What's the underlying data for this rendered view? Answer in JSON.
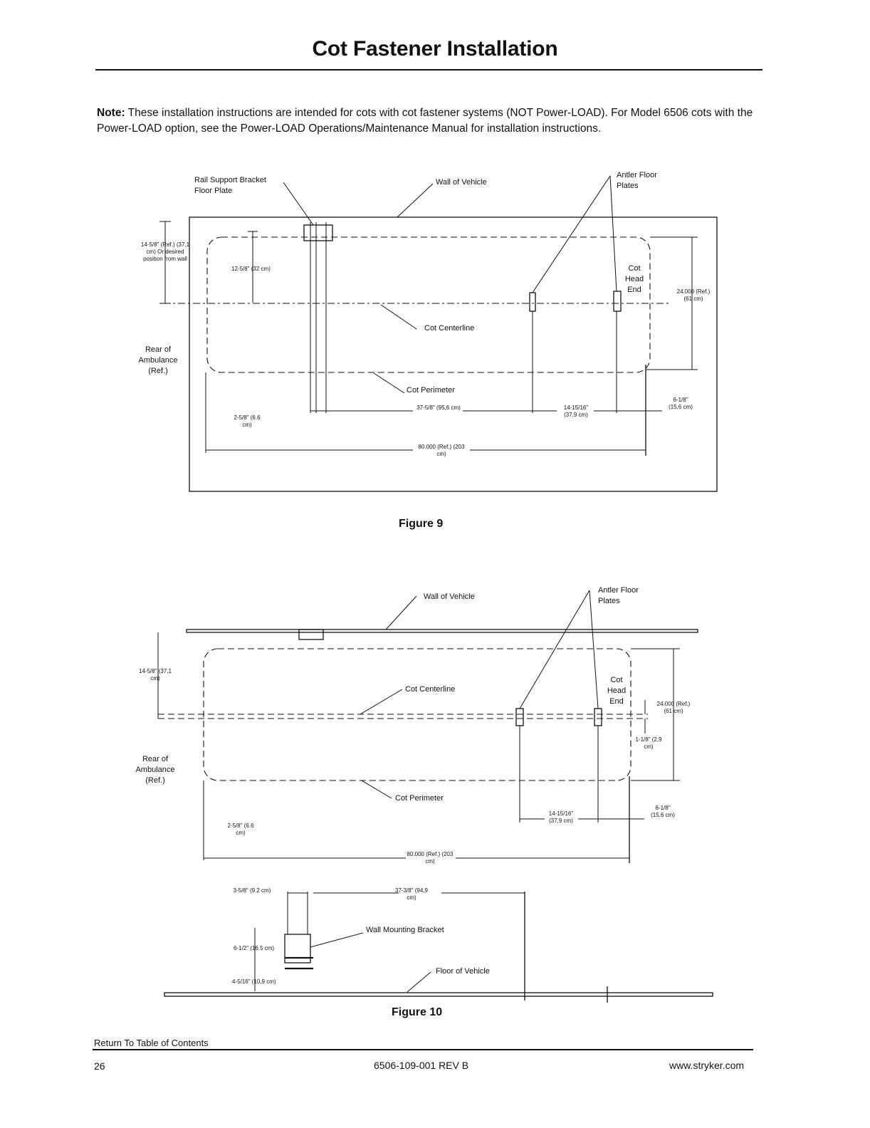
{
  "page": {
    "title": "Cot Fastener Installation",
    "note_label": "Note:",
    "note_text": "These installation instructions are intended for cots with cot fastener systems (NOT Power-LOAD).  For Model 6506 cots with the Power-LOAD option, see the Power-LOAD Operations/Maintenance Manual for installation instructions."
  },
  "figure9": {
    "caption": "Figure 9",
    "labels": {
      "rail_support": "Rail Support Bracket Floor Plate",
      "wall": "Wall of Vehicle",
      "antler": "Antler Floor Plates",
      "dim_left": "14-5/8\" (Ref.) (37,1 cm) Or desired position from wall",
      "dim_12": "12-5/8\" (32 cm)",
      "cot_head": "Cot Head End",
      "dim_24": "24.000 (Ref.) (61 cm)",
      "centerline": "Cot Centerline",
      "rear": "Rear of Ambulance (Ref.)",
      "perimeter": "Cot Perimeter",
      "dim_2": "2-5/8\" (6.6 cm)",
      "dim_37": "37-5/8\" (95,6 cm)",
      "dim_14": "14-15/16\" (37,9 cm)",
      "dim_6": "6-1/8\" (15,6 cm)",
      "dim_80": "80.000 (Ref.) (203 cm)"
    }
  },
  "figure10": {
    "caption": "Figure 10",
    "labels": {
      "wall": "Wall of Vehicle",
      "antler": "Antler Floor Plates",
      "dim_left": "14-5/8\" (37,1 cm)",
      "centerline": "Cot Centerline",
      "cot_head": "Cot Head End",
      "dim_24": "24.000 (Ref.) (61 cm)",
      "dim_1": "1-1/8\" (2,9 cm)",
      "rear": "Rear of Ambulance (Ref.)",
      "perimeter": "Cot Perimeter",
      "dim_14": "14-15/16\" (37,9 cm)",
      "dim_6": "6-1/8\" (15,6 cm)",
      "dim_2": "2-5/8\" (6.6 cm)",
      "dim_80": "80.000 (Ref.) (203 cm)",
      "dim_3": "3-5/8\" (9.2 cm)",
      "dim_37": "37-3/8\" (94,9 cm)",
      "bracket": "Wall Mounting Bracket",
      "dim_6_5": "6-1/2\" (16.5 cm)",
      "floor": "Floor of Vehicle",
      "dim_4": "4-5/16\" (10,9 cm)"
    }
  },
  "footer": {
    "toc_link": "Return To Table of Contents",
    "page_number": "26",
    "doc_code": "6506-109-001 REV B",
    "website": "www.stryker.com"
  }
}
